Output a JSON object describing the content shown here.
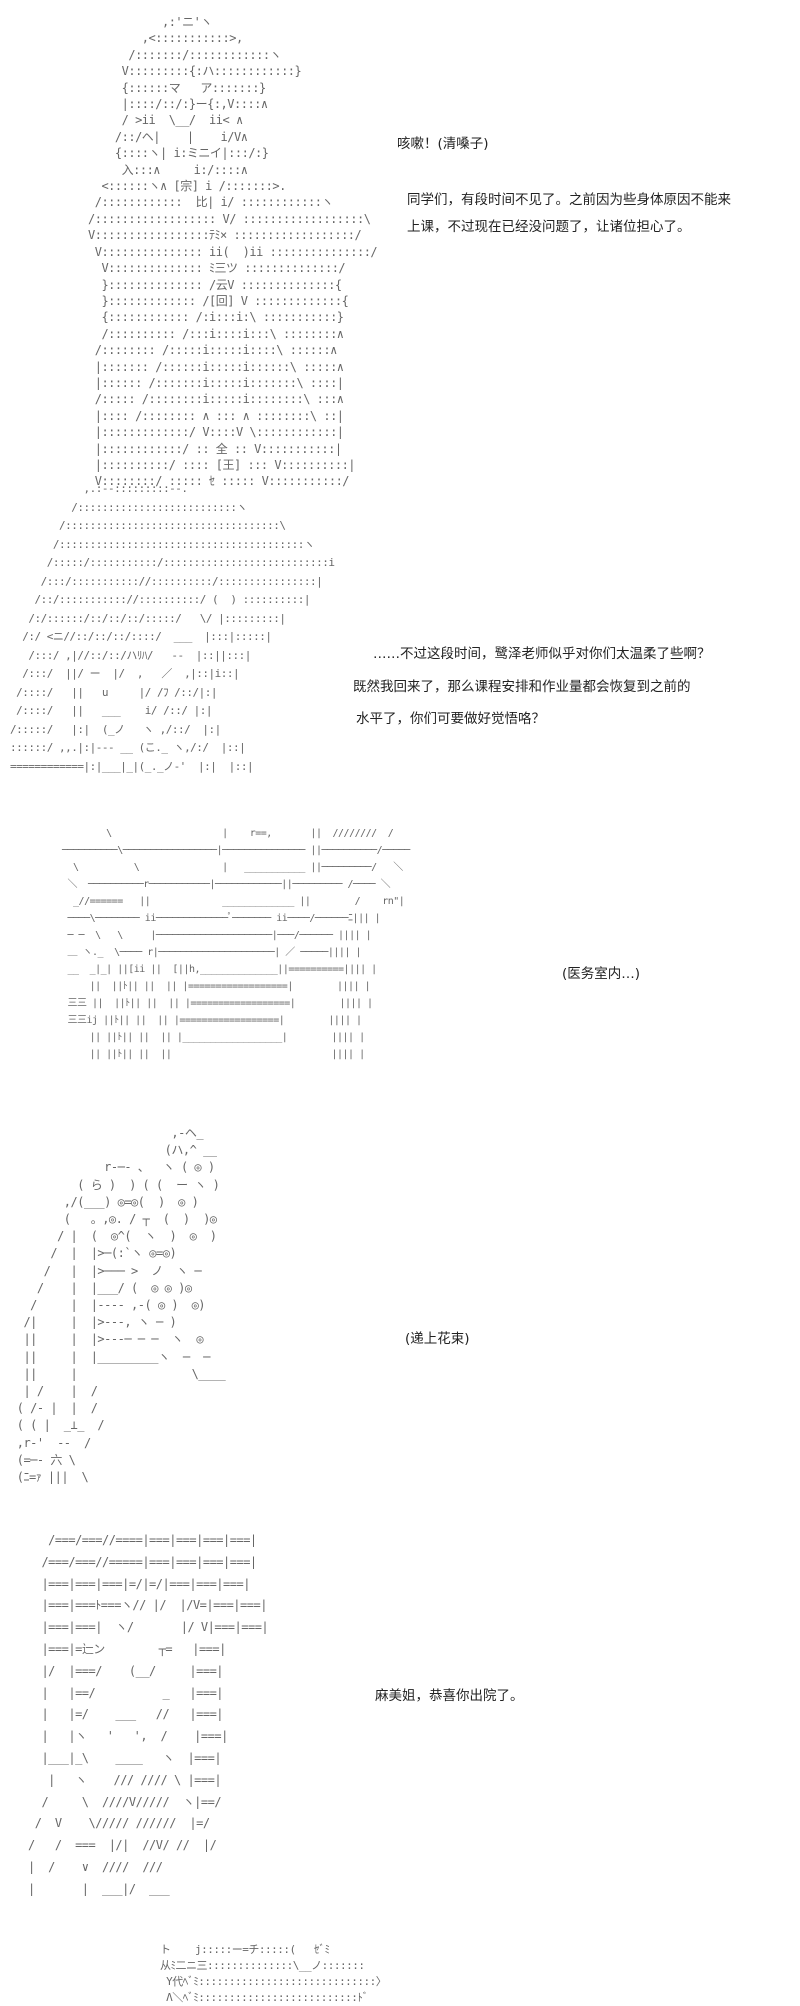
{
  "panels": [
    {
      "art": [
        "           ,:'ニ'ヽ",
        "        ,<:::::::::::>,",
        "      /:::::::/::::::::::::ヽ",
        "     V:::::::::{:ハ::::::::::::}",
        "     {::::::マ   ア:::::::}",
        "     |::::/::/:}ー{:,V::::∧",
        "     / >ii  \\__/  ii< ∧",
        "    /::/ヘ|    |    i/V∧",
        "    {::::ヽ| i:ミニイ|:::/:}",
        "     入:::∧     i:/::::∧",
        "  <::::::ヽ∧ [宗] i /:::::::>.",
        " /::::::::::::  比| i/ ::::::::::::ヽ",
        "/:::::::::::::::::: V/ ::::::::::::::::::\\",
        "V:::::::::::::::::ﾃﾐ× ::::::::::::::::::/",
        " V::::::::::::::: ii(  )ii :::::::::::::::/",
        "  V:::::::::::::: ﾐ三ツ ::::::::::::::/",
        "  }:::::::::::::: /云V ::::::::::::::{",
        "  }::::::::::::: /[回] V :::::::::::::{",
        "  {:::::::::::: /:i:::i:\\ :::::::::::}",
        "  /:::::::::: /:::i::::i:::\\ ::::::::∧",
        " /:::::::: /:::::i:::::i::::\\ ::::::∧",
        " |::::::: /::::::i:::::i::::::\\ :::::∧",
        " |:::::: /:::::::i:::::i:::::::\\ ::::|",
        " /::::: /::::::::i:::::i::::::::\\ :::∧",
        " |:::: /:::::::: ∧ ::: ∧ ::::::::\\ ::|",
        " |:::::::::::::/ V::::V \\::::::::::::|",
        " |::::::::::::/ :: 全 :: V:::::::::::|",
        " |::::::::::/ :::: [王] ::: V::::::::::|",
        " V::::::::/ ::::: ｾ ::::: V:::::::::::/"
      ],
      "lines": [
        "咳嗽！(清嗓子)",
        "同学们，有段时间不见了。之前因为些身体原因不能来",
        "上课，不过现在已经没问题了，让诸位担心了。"
      ]
    },
    {
      "art": [
        "            ,.:-‐:::::::::‐-.",
        "          /::::::::::::::::::::::::::ヽ",
        "        /:::::::::::::::::::::::::::::::::::\\",
        "       /::::::::::::::::::::::::::::::::::::::::ヽ",
        "      /:::::/:::::::::::/:::::::::::::::::::::::::::i",
        "     /:::/::::::::::://::::::::::/::::::::::::::::|",
        "    /::/::::::::::://::::::::::/ (  ) ::::::::::|",
        "   /:/::::::/::/::/::/:::::/   \\/ |:::::::::|",
        "  /:/ <ニ//::/::/::/::::/  ___  |:::|:::::|",
        "   /:::/ ,|//::/::/ハﾘﾊ/   ‐‐  |::||:::|",
        "  /:::/  ||/ ー  |/  ,   ／  ,|::|i::|",
        " /::::/   ||   u     |/ /ﾌ /::/|:|",
        " /::::/   ||   ___    i/ /::/ |:|",
        "/:::::/   |:|  (_ノ   ヽ ,/::/  |:|",
        "::::::/ ,,.|:|-‐‐ __ (こ._ ヽ,/:/  |::|",
        "============|:|___|_|(_._ノ‐'  |:|  |::|"
      ],
      "lines": [
        "……不过这段时间，鹭泽老师似乎对你们太温柔了些啊？",
        "既然我回来了，那么课程安排和作业量都会恢复到之前的",
        "水平了，你们可要做好觉悟咯？"
      ]
    },
    {
      "art": [
        "        \\                    |    r==,       ||  ////////  /",
        "──────────\\─────────────────|─────────────── ||──────────/─────",
        "  \\          \\               |   ___________ ||─────────/   ＼",
        " ＼  ──────────r───────────|────────────||───────── /──── ＼",
        "  _//======   ||             _____________ ||        /    rn\"|",
        " ────\\──────── ii─────────────ﾟ─────── ii────/──────ﾆ||| |",
        " ─ ─  \\   \\     |─────────────────────|───/────── |||| |",
        " ＿ ヽ._  \\──── r|─────────────────────| ／ ─────|||| |",
        " __  _|_| ||[ii ||  [||h,______________||==========|||| |",
        "     ||  ||ﾄ|| ||  || |==================|        |||| |",
        " 三三 ||  ||ﾄ|| ||  || |==================|        |||| |",
        " 三三ij ||ﾄ|| ||  || |==================|        |||| |",
        "     || ||ﾄ|| ||  || |__________________|        |||| |",
        "     || ||ﾄ|| ||  ||                             |||| |"
      ],
      "lines": [
        "(医务室内…)"
      ]
    },
    {
      "art": [
        "                        ,-ヘ_",
        "                       (ハ,^ __",
        "              r-─‐ 、  ヽ ( ◎ )",
        "          ( ら )  ) ( (  ー ヽ )",
        "        ,/(___) ◎=◎(  )  ◎ )",
        "        (   。,◎. / ┬  (  )  )◎",
        "       / |  (  ◎^(  ヽ  )  ◎  )",
        "      /  |  |>─(:`ヽ ◎=◎)",
        "     /   |  |>─── >  ノ  ヽ ─",
        "    /    |  |___/ (  ◎ ◎ )◎",
        "   /     |  |---- ,-( ◎ )  ◎)",
        "  /|     |  |>---, ヽ ─ )",
        "  ||     |  |>---─ ─ ─  ヽ  ◎",
        "  ||     |  |_________ヽ  ─  ─",
        "  ||     |                 \\____",
        "  | /    |  /",
        " ( /- |  |  /",
        " ( ( |  _⊥_  /",
        " ,r‐'  ‐‐  /",
        " (=─- 六 \\",
        " (ﾆ=ｧ |||  \\"
      ],
      "lines": [
        "(递上花束)"
      ]
    },
    {
      "art": [
        "   /===/===//====|===|===|===|===|",
        "  /===/===//=====|===|===|===|===|",
        "  |===|===|===|=/|=/|===|===|===|",
        "  |===|===ﾄ===ヽ// |/  |/V=|===|===|",
        "  |===|===|  ヽ/       |/ V|===|===|",
        "  |===|=辷ン        ┬=   |===|",
        "  |/  |===/    (__/     |===|",
        "  |   |==/          _   |===|",
        "  |   |=/    ___   //   |===|",
        "  |   |ヽ   '   ',  /    |===|",
        "  |___|_\\    ____   ヽ  |===|",
        "   |   ヽ    /// //// \\ |===|",
        "  /     \\  ////V/////  ヽ|==/",
        " /  V    \\///// //////  |=/",
        "/   /  ===  |/|  //V/ //  |/",
        "|  /    ∨  ////  /// ",
        "|       |  ___|/  ___ "
      ],
      "lines": [
        "麻美姐，恭喜你出院了。"
      ]
    },
    {
      "art": [
        "ト    j:::::ー=チ:::::(   ｾﾞﾐ",
        "从ﾐ二ニ三::::::::::::::\\__ノ:::::::",
        " Y代ﾍﾞﾐ:::::::::::::::::::::::::::::〉",
        " Λ＼ﾍﾞﾐ::::::::::::::::::::::::::ﾄﾞ"
      ],
      "lines": []
    }
  ]
}
